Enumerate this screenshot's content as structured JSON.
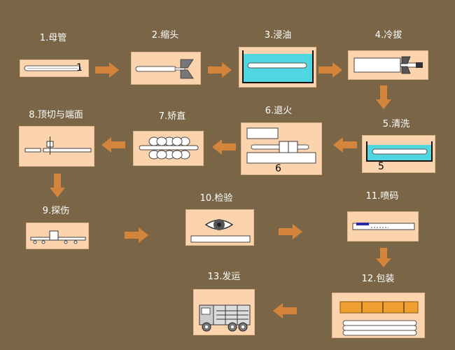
{
  "steps": [
    {
      "label": "1.母管",
      "tag": "1"
    },
    {
      "label": "2.缩头"
    },
    {
      "label": "3.浸油"
    },
    {
      "label": "4.冷拔"
    },
    {
      "label": "5.清洗",
      "tag": "5"
    },
    {
      "label": "6.退火",
      "tag": "6"
    },
    {
      "label": "7.矫直"
    },
    {
      "label": "8.顶切与端面"
    },
    {
      "label": "9.探伤"
    },
    {
      "label": "10.检验"
    },
    {
      "label": "11.喷码"
    },
    {
      "label": "12.包装"
    },
    {
      "label": "13.发运"
    }
  ],
  "colors": {
    "background": "#7a6647",
    "box": "#fbd3ad",
    "arrow": "#d4853b",
    "oil": "#4fd6e0",
    "code_mark": "#2a2aa8",
    "pipe_bundle": "#f0a030"
  }
}
